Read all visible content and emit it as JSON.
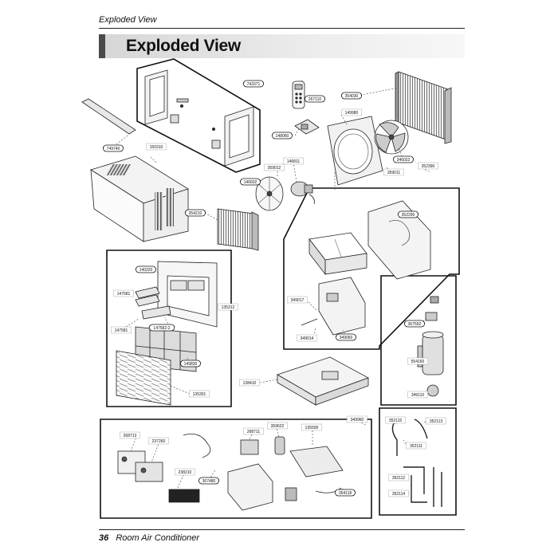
{
  "header": {
    "section": "Exploded View"
  },
  "title": "Exploded View",
  "footer": {
    "page_number": "36",
    "product": "Room Air Conditioner"
  },
  "part_labels": {
    "p749740": "749740",
    "p150310": "150310",
    "p354210": "354210",
    "p743371": "743371",
    "p267110": "267110",
    "p354030": "354030",
    "p149980": "149980",
    "p148060": "148060",
    "p359012": "359012",
    "p146811": "146811",
    "p146602": "146602",
    "p346022": "346022",
    "p359011": "359011",
    "p352390": "352390",
    "p352290": "352290",
    "p140220": "140220",
    "p147581": "147581",
    "p147581a": "147581",
    "p147582": "147582-2",
    "p135312": "135312",
    "p149830": "149830",
    "p135301": "135301",
    "p349017": "349017",
    "p349014": "349014",
    "p349060": "349060",
    "p367592": "367592",
    "p554160": "554160",
    "p349110": "349110",
    "p138410": "138410",
    "p268713": "268713",
    "p237260": "237260",
    "p238210": "238210",
    "p367480": "367480",
    "p268711": "268711",
    "p359622": "359622",
    "p135500": "135500",
    "p349960": "349960",
    "p354118": "354118",
    "p352115": "352115",
    "p352113": "352113",
    "p352111": "352111",
    "p352112": "352112",
    "p352114": "352114"
  }
}
